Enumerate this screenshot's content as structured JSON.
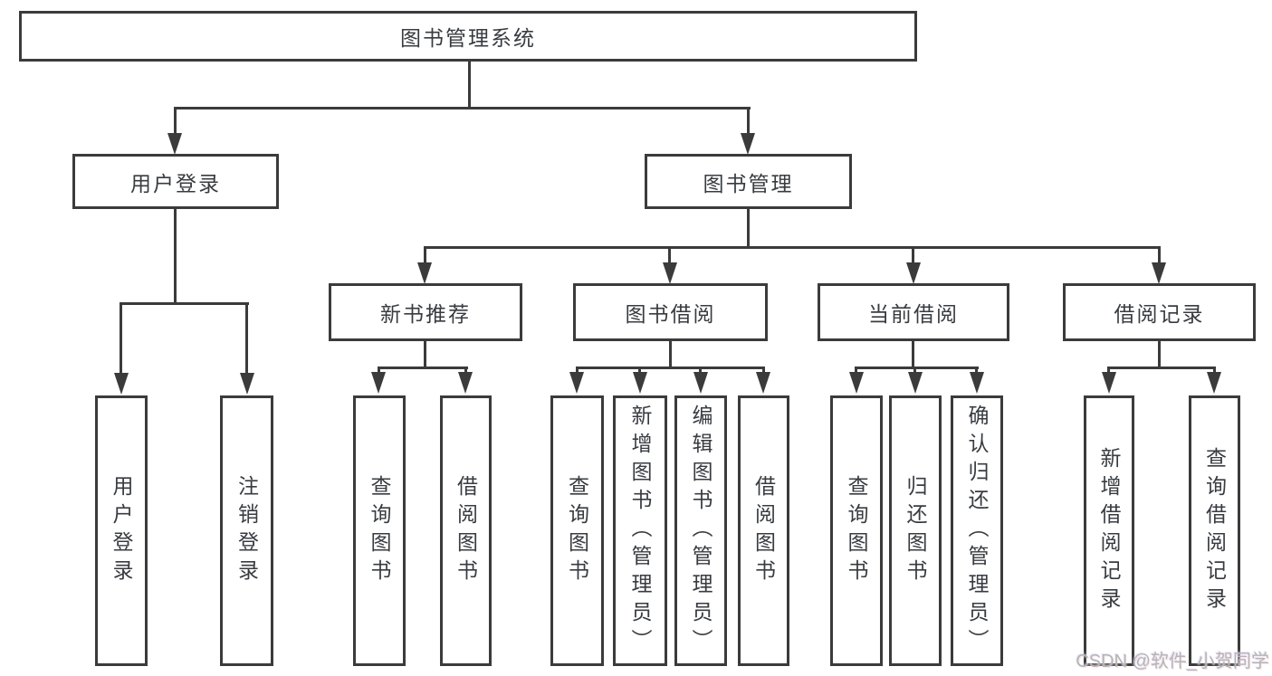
{
  "nodes": {
    "root": {
      "label": "图书管理系统"
    },
    "user_login": {
      "label": "用户登录"
    },
    "book_mgmt": {
      "label": "图书管理"
    },
    "new_books": {
      "label": "新书推荐"
    },
    "book_borrow": {
      "label": "图书借阅"
    },
    "current_borrow": {
      "label": "当前借阅"
    },
    "borrow_records": {
      "label": "借阅记录"
    },
    "leaf_user_login": {
      "label": "用户登录"
    },
    "leaf_logout": {
      "label": "注销登录"
    },
    "leaf_nb_query": {
      "label": "查询图书"
    },
    "leaf_nb_borrow": {
      "label": "借阅图书"
    },
    "leaf_bb_query": {
      "label": "查询图书"
    },
    "leaf_bb_add": {
      "label": "新增图书（管理员）"
    },
    "leaf_bb_edit": {
      "label": "编辑图书（管理员）"
    },
    "leaf_bb_borrow": {
      "label": "借阅图书"
    },
    "leaf_cb_query": {
      "label": "查询图书"
    },
    "leaf_cb_return": {
      "label": "归还图书"
    },
    "leaf_cb_confirm": {
      "label": "确认归还（管理员）"
    },
    "leaf_br_add": {
      "label": "新增借阅记录"
    },
    "leaf_br_query": {
      "label": "查询借阅记录"
    }
  },
  "hierarchy": {
    "图书管理系统": [
      "用户登录",
      "图书管理"
    ],
    "用户登录": [
      "用户登录",
      "注销登录"
    ],
    "图书管理": [
      "新书推荐",
      "图书借阅",
      "当前借阅",
      "借阅记录"
    ],
    "新书推荐": [
      "查询图书",
      "借阅图书"
    ],
    "图书借阅": [
      "查询图书",
      "新增图书（管理员）",
      "编辑图书（管理员）",
      "借阅图书"
    ],
    "当前借阅": [
      "查询图书",
      "归还图书",
      "确认归还（管理员）"
    ],
    "借阅记录": [
      "新增借阅记录",
      "查询借阅记录"
    ]
  },
  "watermark": "CSDN @软件_小贺同学",
  "colors": {
    "line": "#3b3b3b",
    "text": "#383c41",
    "background": "#ffffff",
    "watermark": "#b5b5b5"
  }
}
